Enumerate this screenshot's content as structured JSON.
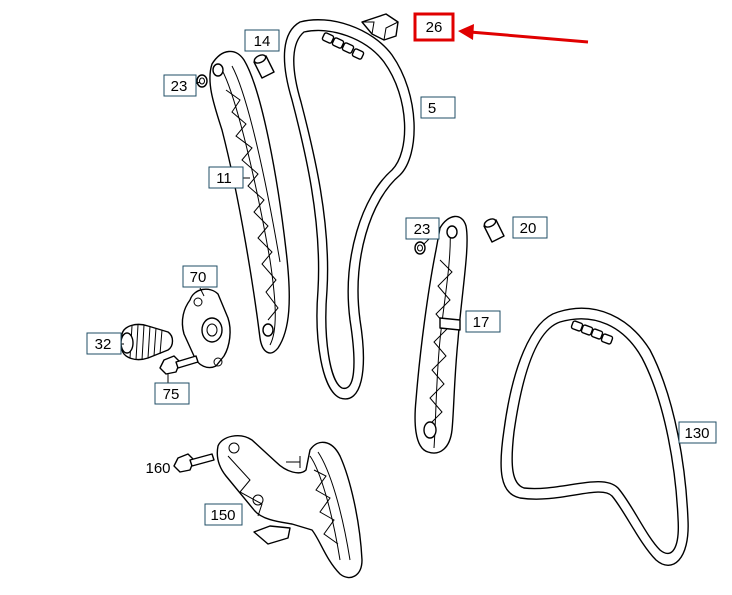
{
  "labels": {
    "l26": "26",
    "l14": "14",
    "l5": "5",
    "l23a": "23",
    "l11": "11",
    "l23b": "23",
    "l20": "20",
    "l70": "70",
    "l17": "17",
    "l32": "32",
    "l75": "75",
    "l130": "130",
    "l160": "160",
    "l150": "150"
  },
  "colors": {
    "highlight": "#e00000",
    "callout_border": "#1f4e66",
    "line": "#000000"
  }
}
